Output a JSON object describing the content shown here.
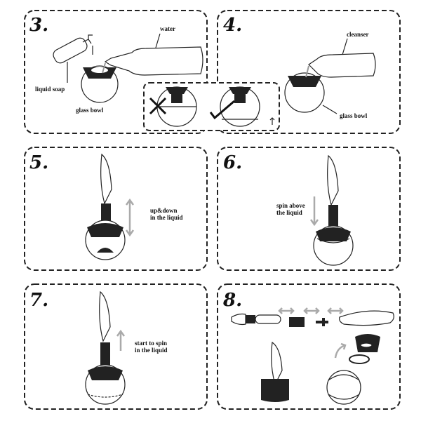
{
  "steps": [
    {
      "number": "3.",
      "labels": {
        "water": "water",
        "soap": "liquid soap",
        "bowl": "glass bowl"
      }
    },
    {
      "number": "4.",
      "labels": {
        "cleanser": "cleanser",
        "bowl": "glass bowl"
      }
    },
    {
      "number": "5.",
      "labels": {
        "line1": "up&down",
        "line2": "in the liquid"
      }
    },
    {
      "number": "6.",
      "labels": {
        "line1": "spin above",
        "line2": "the liquid"
      }
    },
    {
      "number": "7.",
      "labels": {
        "line1": "start to spin",
        "line2": "in the liquid"
      }
    },
    {
      "number": "8."
    }
  ],
  "colors": {
    "ink": "#222222",
    "arrow": "#aaaaaa"
  }
}
